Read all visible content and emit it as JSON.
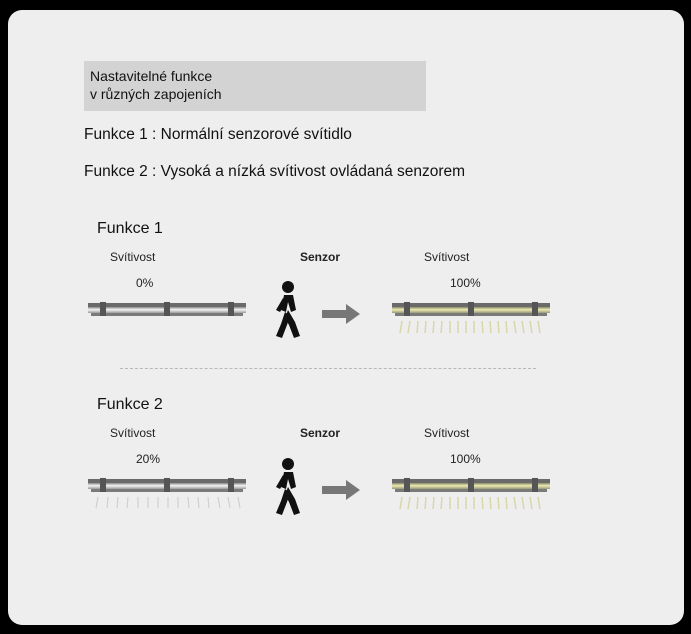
{
  "header": {
    "line1": "Nastavitelné funkce",
    "line2": "v různých zapojeních"
  },
  "descriptions": {
    "func1": "Funkce 1 : Normální senzorové svítidlo",
    "func2": "Funkce 2 : Vysoká a nízká svítivost ovládaná senzorem"
  },
  "diagram1": {
    "title": "Funkce 1",
    "left_label": "Svítivost",
    "left_value": "0%",
    "sensor_label": "Senzor",
    "right_label": "Svítivost",
    "right_value": "100%"
  },
  "diagram2": {
    "title": "Funkce 2",
    "left_label": "Svítivost",
    "left_value": "20%",
    "sensor_label": "Senzor",
    "right_label": "Svítivost",
    "right_value": "100%"
  },
  "colors": {
    "panel": "#eeeeee",
    "header_box": "#d3d3d3",
    "lamp_on": "#ecebb2",
    "lamp_off": "#f3f3f3",
    "arrow": "#777777"
  }
}
